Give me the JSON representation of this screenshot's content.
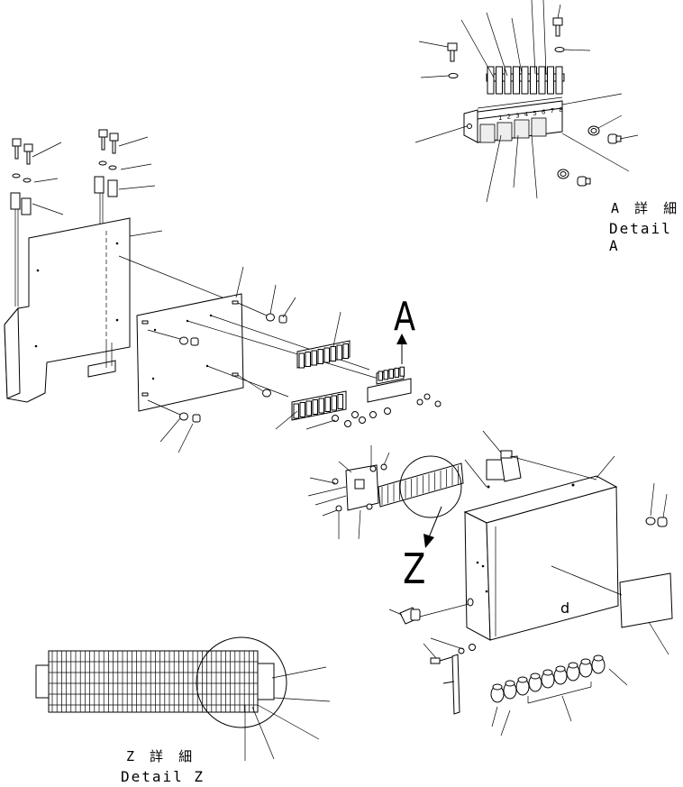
{
  "callouts": {
    "detail_a": {
      "letter": "A",
      "japanese": "A 詳 細",
      "english": "Detail A"
    },
    "detail_z": {
      "letter": "Z",
      "japanese": "Z 詳 細",
      "english": "Detail Z"
    }
  },
  "terminal_numbers": [
    "1",
    "2",
    "3",
    "4",
    "5",
    "6",
    "7",
    "8"
  ],
  "colors": {
    "line": "#000000",
    "background": "#ffffff"
  }
}
